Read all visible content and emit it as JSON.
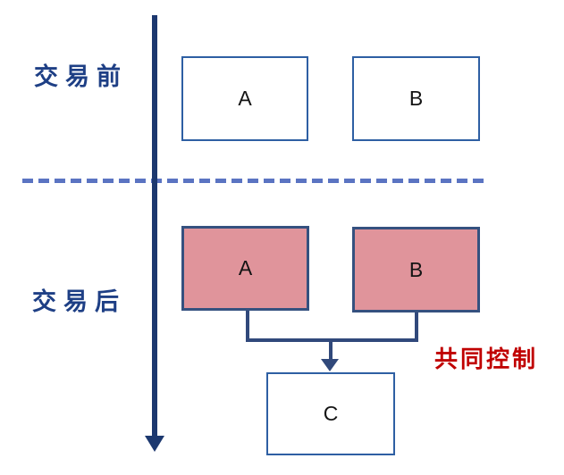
{
  "diagram": {
    "title_context": "joint-control transaction structure",
    "labels": {
      "before": "交易前",
      "after": "交易后",
      "joint_control": "共同控制"
    },
    "nodes": {
      "a_before": "A",
      "b_before": "B",
      "a_after": "A",
      "b_after": "B",
      "c": "C"
    },
    "colors": {
      "timeline_arrow": "#1c386f",
      "dashed_divider": "#5b74c2",
      "phase_label_blue": "#1e3f85",
      "joint_control_red": "#c00000",
      "white_box_border": "#2e5fa3",
      "pink_box_fill": "#e0949b",
      "pink_box_border": "#35517f",
      "connector": "#31497b",
      "background": "#ffffff"
    }
  }
}
